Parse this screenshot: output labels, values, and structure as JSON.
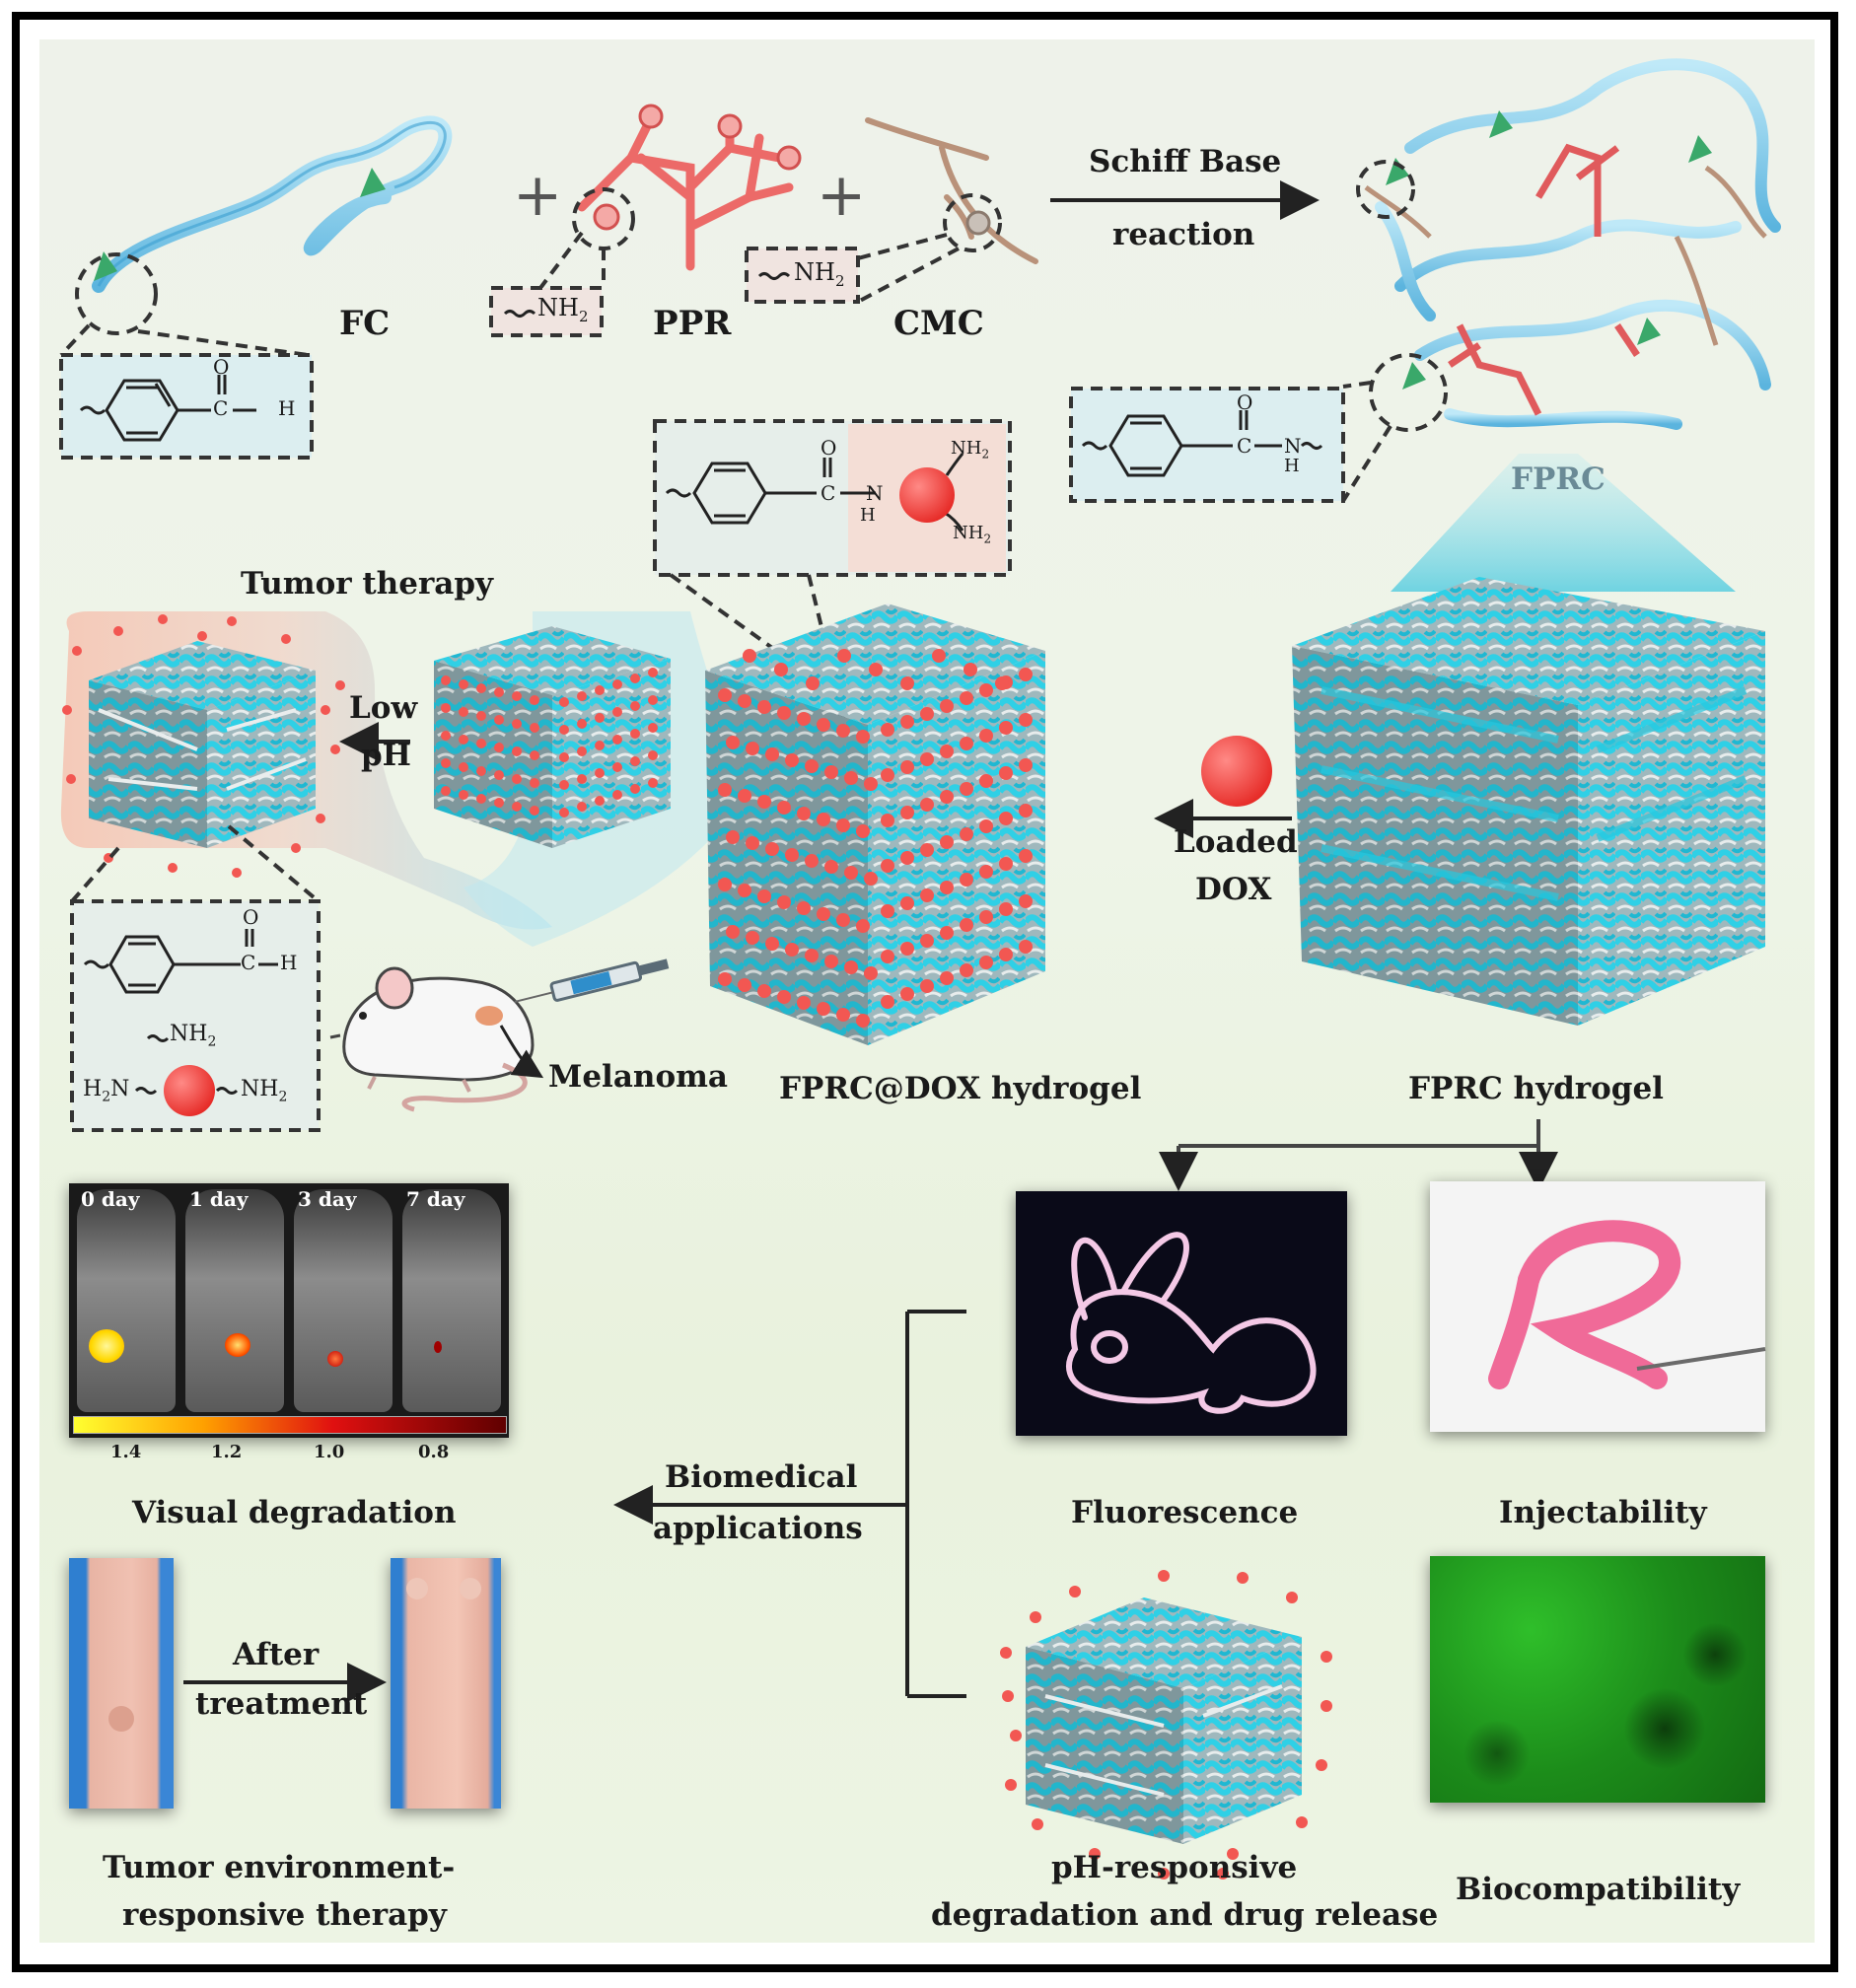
{
  "top": {
    "fc": "FC",
    "ppr": "PPR",
    "cmc": "CMC",
    "nh2_a": "NH",
    "nh2_b": "NH",
    "sub2": "2",
    "schiff_line1": "Schiff Base",
    "schiff_line2": "reaction",
    "fprc": "FPRC"
  },
  "chem": {
    "oxygen": "O",
    "carbon": "C",
    "hydrogen": "H",
    "nitrogen": "N",
    "nh2": "NH",
    "h2n": "H",
    "sub2": "2"
  },
  "middle": {
    "tumor_therapy": "Tumor therapy",
    "low": "Low",
    "ph": "pH",
    "loaded": "Loaded",
    "dox": "DOX",
    "melanoma": "Melanoma",
    "fprc_dox_hydrogel": "FPRC@DOX hydrogel",
    "fprc_hydrogel": "FPRC hydrogel"
  },
  "bottom": {
    "day_labels": [
      "0 day",
      "1 day",
      "3 day",
      "7 day"
    ],
    "colorbar_ticks": [
      "1.4",
      "1.2",
      "1.0",
      "0.8"
    ],
    "visual_degradation": "Visual degradation",
    "after": "After",
    "treatment": "treatment",
    "tumor_env_line1": "Tumor environment-",
    "tumor_env_line2": "responsive therapy",
    "biomedical": "Biomedical",
    "applications": "applications",
    "fluorescence": "Fluorescence",
    "injectability": "Injectability",
    "ph_line1": "pH-responsive",
    "ph_line2": "degradation and drug release",
    "biocompatibility": "Biocompatibility"
  },
  "colors": {
    "chain_blue": "#7cc8e8",
    "chain_green": "#3aa86a",
    "ppr_red": "#e8585c",
    "cmc_brown": "#b08a6e",
    "cube_cyan": "#35c4d8",
    "dox_red": "#f0403c"
  }
}
